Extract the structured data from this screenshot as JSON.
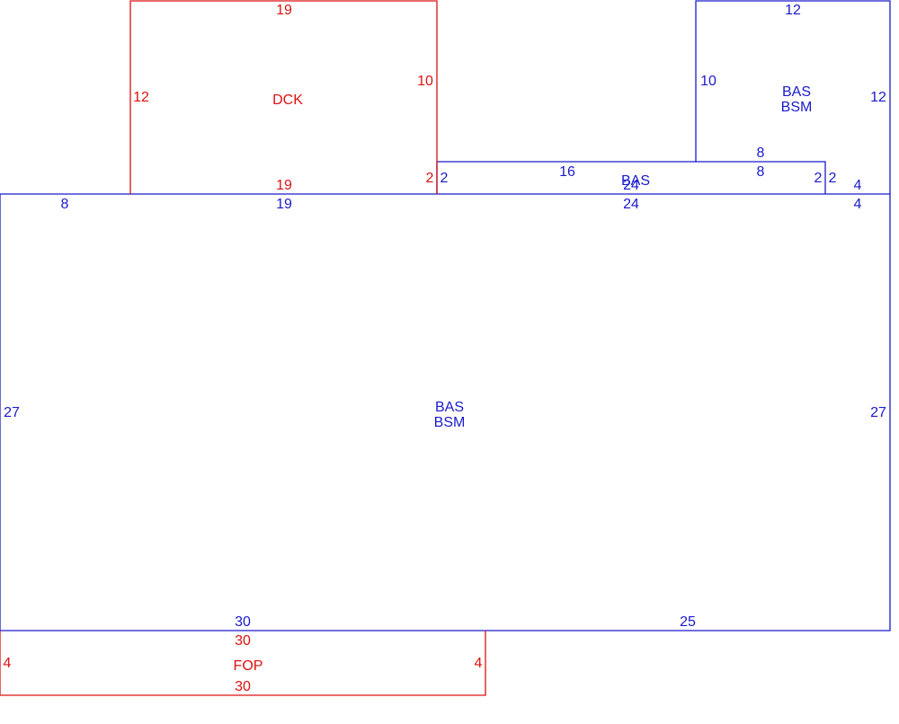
{
  "colors": {
    "main": "#1a1acc",
    "accessory": "#dd1111",
    "background": "#ffffff"
  },
  "areas": {
    "dck": {
      "code": "DCK"
    },
    "bas_top": {
      "line1": "BAS",
      "line2": "BSM"
    },
    "bas_strip": {
      "code": "BAS"
    },
    "bas_main": {
      "line1": "BAS",
      "line2": "BSM"
    },
    "fop": {
      "code": "FOP"
    }
  },
  "dimensions": {
    "dck_top": "19",
    "dck_left": "12",
    "dck_right": "10",
    "dck_bottom": "19",
    "dck_step": "2",
    "top_bas_top": "12",
    "top_bas_left": "10",
    "top_bas_right": "12",
    "top_bas_inner_a": "8",
    "top_bas_inner_b": "8",
    "strip_left": "2",
    "strip_top": "16",
    "strip_bottom": "24",
    "strip_right": "2",
    "step_right": "2",
    "step_top": "4",
    "step_bottom": "4",
    "main_top_left": "8",
    "main_top_mid": "19",
    "main_top_right": "24",
    "main_left": "27",
    "main_right": "27",
    "main_bottom_left": "30",
    "main_bottom_right": "25",
    "fop_top": "30",
    "fop_left": "4",
    "fop_right": "4",
    "fop_bottom": "30"
  }
}
